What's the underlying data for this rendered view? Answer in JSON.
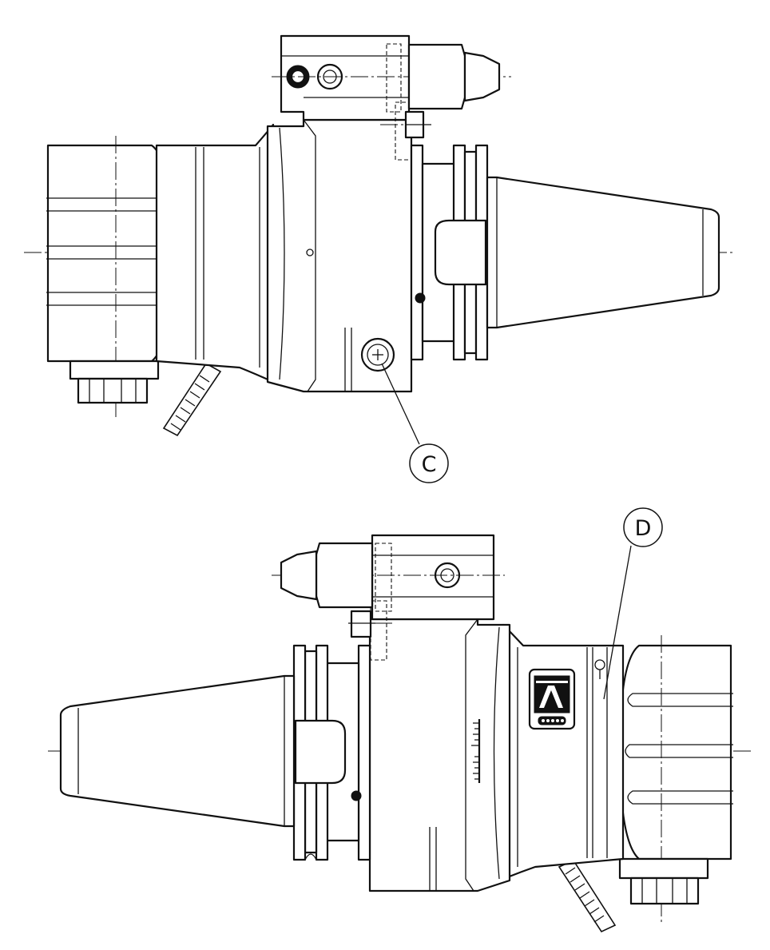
{
  "drawing": {
    "callouts": [
      {
        "id": "C",
        "label": "C"
      },
      {
        "id": "D",
        "label": "D"
      }
    ]
  }
}
